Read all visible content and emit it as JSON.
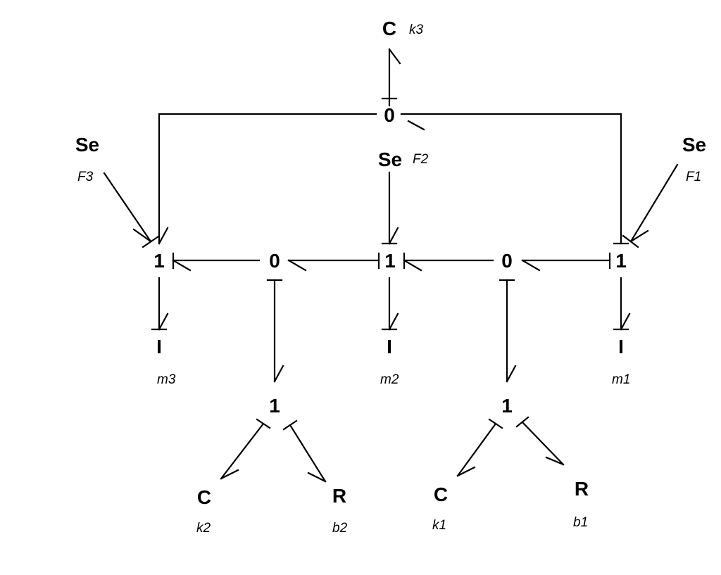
{
  "nodes": {
    "zero_top": "0",
    "one_m3": "1",
    "zero_left": "0",
    "one_m2": "1",
    "zero_right": "0",
    "one_m1": "1",
    "one_bottom_left": "1",
    "one_bottom_right": "1",
    "c_top": "C",
    "se_left": "Se",
    "se_middle": "Se",
    "se_right": "Se",
    "i_m3": "I",
    "i_m2": "I",
    "i_m1": "I",
    "c_k2": "C",
    "r_b2": "R",
    "c_k1": "C",
    "r_b1": "R"
  },
  "params": {
    "k3": "k3",
    "f3": "F3",
    "f2": "F2",
    "f1": "F1",
    "m3": "m3",
    "m2": "m2",
    "m1": "m1",
    "k2": "k2",
    "b2": "b2",
    "k1": "k1",
    "b1": "b1"
  }
}
